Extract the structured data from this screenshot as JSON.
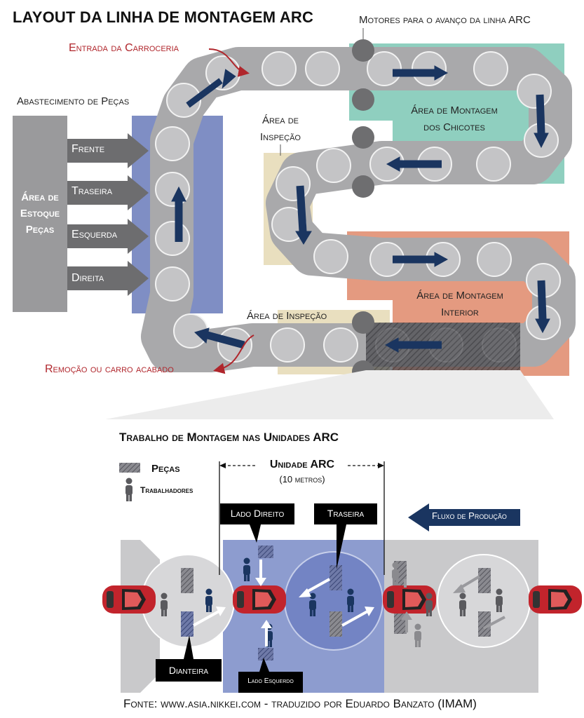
{
  "title": "LAYOUT DA LINHA DE MONTAGEM ARC",
  "labels": {
    "motores": "Motores para o avanço da linha ARC",
    "entrada": "Entrada da Carroceria",
    "abastecimento": "Abastecimento de Peças",
    "estoque": [
      "Área de",
      "Estoque",
      "Peças"
    ],
    "inspecao1": [
      "Área de",
      "Inspeção"
    ],
    "chicotes": [
      "Área de Montagem",
      "dos Chicotes"
    ],
    "interior": [
      "Área de Montagem",
      "Interior"
    ],
    "inspecao2": "Área de Inspeção",
    "remocao": "Remoção ou carro acabado"
  },
  "supply_arrows": [
    "Frente",
    "Traseira",
    "Esquerda",
    "Direita"
  ],
  "detail": {
    "title": "Trabalho de Montagem nas Unidades ARC",
    "legend_pecas": "Peças",
    "legend_trabalhadores": "Trabalhadores",
    "unidade": "Unidade ARC",
    "unidade_sub": "(10 metros)",
    "fluxo": "Fluxo de Produção",
    "lado_direito": "Lado Direito",
    "traseira": "Traseira",
    "dianteira": "Dianteira",
    "lado_esquerdo": "Lado Esquerdo"
  },
  "footer": "Fonte: www.asia.nikkei.com - traduzido por Eduardo Banzato (IMAM)",
  "colors": {
    "supply": "#7f8ec4",
    "inspection": "#e9dfbf",
    "harness": "#8fcfbf",
    "interior": "#e49a80",
    "track": "#a9a9ab",
    "disc": "#c4c4c6",
    "arrow": "#1a3560",
    "red": "#b0262c"
  }
}
